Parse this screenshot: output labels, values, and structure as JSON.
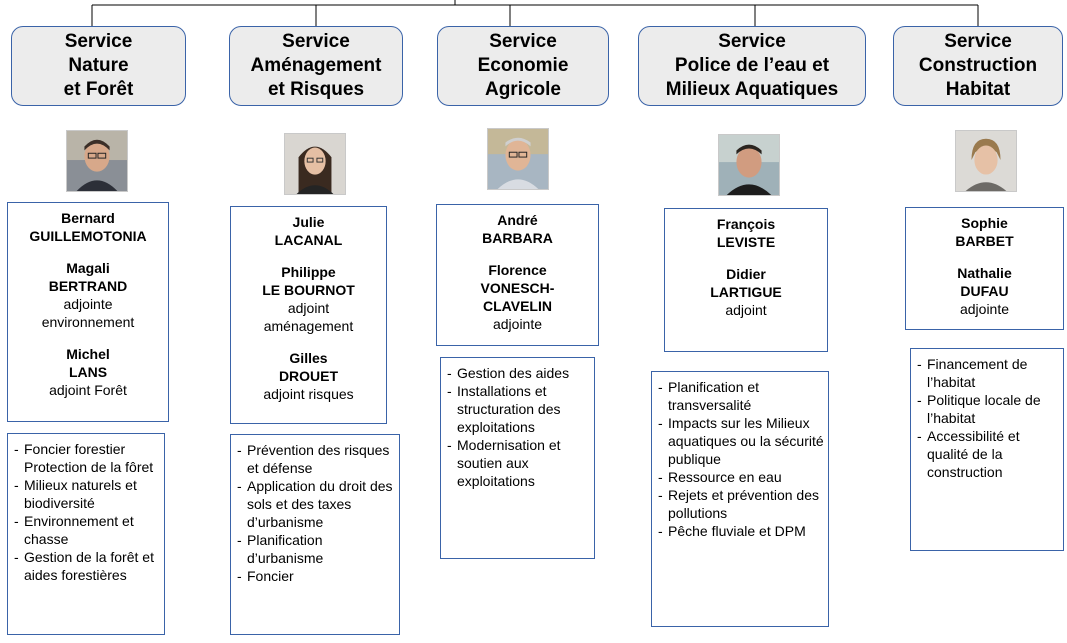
{
  "services": [
    {
      "title": "Service\nNature\net Forêt",
      "people": [
        {
          "name": "Bernard\nGUILLEMOTONIA",
          "role": ""
        },
        {
          "name": "Magali\nBERTRAND",
          "role": "adjointe\nenvironnement"
        },
        {
          "name": "Michel\nLANS",
          "role": "adjoint Forêt"
        }
      ],
      "missions": [
        "Foncier forestier Protection de la fôret",
        "Milieux naturels et biodiversité",
        "Environnement et chasse",
        "Gestion de la forêt et aides forestières"
      ]
    },
    {
      "title": "Service\nAménagement\net Risques",
      "people": [
        {
          "name": "Julie\nLACANAL",
          "role": ""
        },
        {
          "name": "Philippe\nLE BOURNOT",
          "role": "adjoint\naménagement"
        },
        {
          "name": "Gilles\nDROUET",
          "role": "adjoint risques"
        }
      ],
      "missions": [
        "Prévention des risques et défense",
        "Application du droit des sols et des taxes d’urbanisme",
        "Planification d’urbanisme",
        "Foncier"
      ]
    },
    {
      "title": "Service\nEconomie\nAgricole",
      "people": [
        {
          "name": "André\nBARBARA",
          "role": ""
        },
        {
          "name": "Florence\nVONESCH-\nCLAVELIN",
          "role": "adjointe"
        }
      ],
      "missions": [
        "Gestion des aides",
        "Installations et structuration des exploitations",
        "Modernisation et soutien aux exploitations"
      ]
    },
    {
      "title": "Service\nPolice de l’eau et\nMilieux Aquatiques",
      "people": [
        {
          "name": "François\nLEVISTE",
          "role": ""
        },
        {
          "name": "Didier\nLARTIGUE",
          "role": "adjoint"
        }
      ],
      "missions": [
        " Planification et transversalité",
        "Impacts sur les Milieux aquatiques ou la sécurité publique",
        "Ressource en eau",
        "Rejets et prévention des pollutions",
        "Pêche fluviale et DPM"
      ]
    },
    {
      "title": "Service\nConstruction\nHabitat",
      "people": [
        {
          "name": "Sophie\nBARBET",
          "role": ""
        },
        {
          "name": "Nathalie\nDUFAU",
          "role": "adjointe"
        }
      ],
      "missions": [
        "Financement de l’habitat",
        "Politique locale de l’habitat",
        "Accessibilité et qualité de la construction"
      ]
    }
  ],
  "colors": {
    "box_border": "#3a63a8",
    "service_fill": "#ececec",
    "connector": "#000000"
  }
}
